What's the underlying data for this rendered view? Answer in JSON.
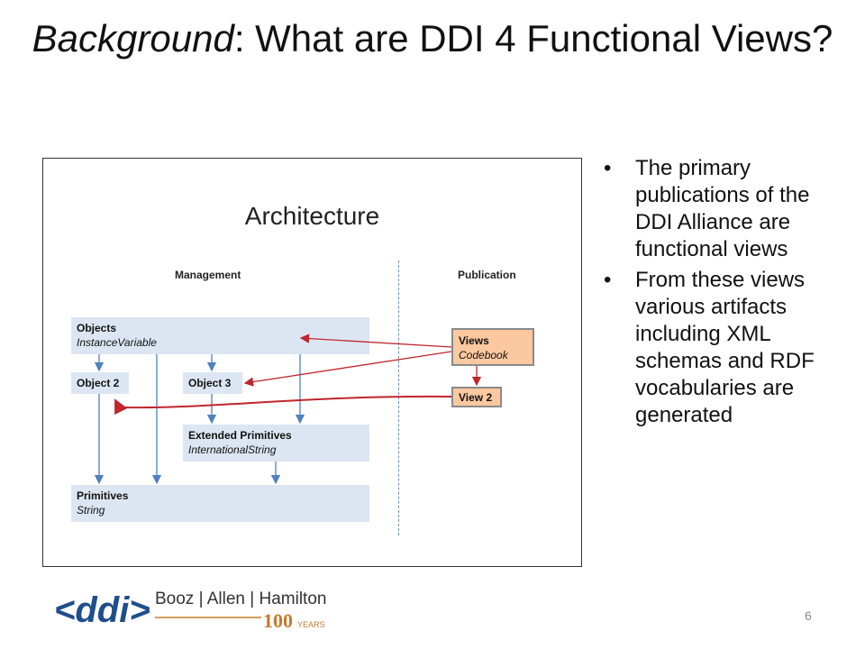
{
  "title": {
    "italic": "Background",
    "rest": ": What are DDI 4 Functional Views?"
  },
  "diagram": {
    "title": "Architecture",
    "col_management": "Management",
    "col_publication": "Publication",
    "objects": {
      "name": "Objects",
      "sub": "InstanceVariable"
    },
    "object2": "Object 2",
    "object3": "Object 3",
    "extended": {
      "name": "Extended Primitives",
      "sub": "InternationalString"
    },
    "primitives": {
      "name": "Primitives",
      "sub": "String"
    },
    "views": {
      "name": "Views",
      "sub": "Codebook"
    },
    "view2": "View 2"
  },
  "bullets": [
    "The primary publications of the DDI Alliance are functional views",
    "From these views various artifacts including XML schemas and RDF vocabularies are generated"
  ],
  "footer": {
    "ddi": "<ddi>",
    "booz": "Booz | Allen | Hamilton",
    "hundred": "100",
    "years": "YEARS"
  },
  "slide_number": "6",
  "colors": {
    "box_blue": "#dce6f2",
    "box_orange": "#fbc8a0",
    "arrow_red": "#c0262d",
    "arrow_blue": "#4f81bd"
  }
}
